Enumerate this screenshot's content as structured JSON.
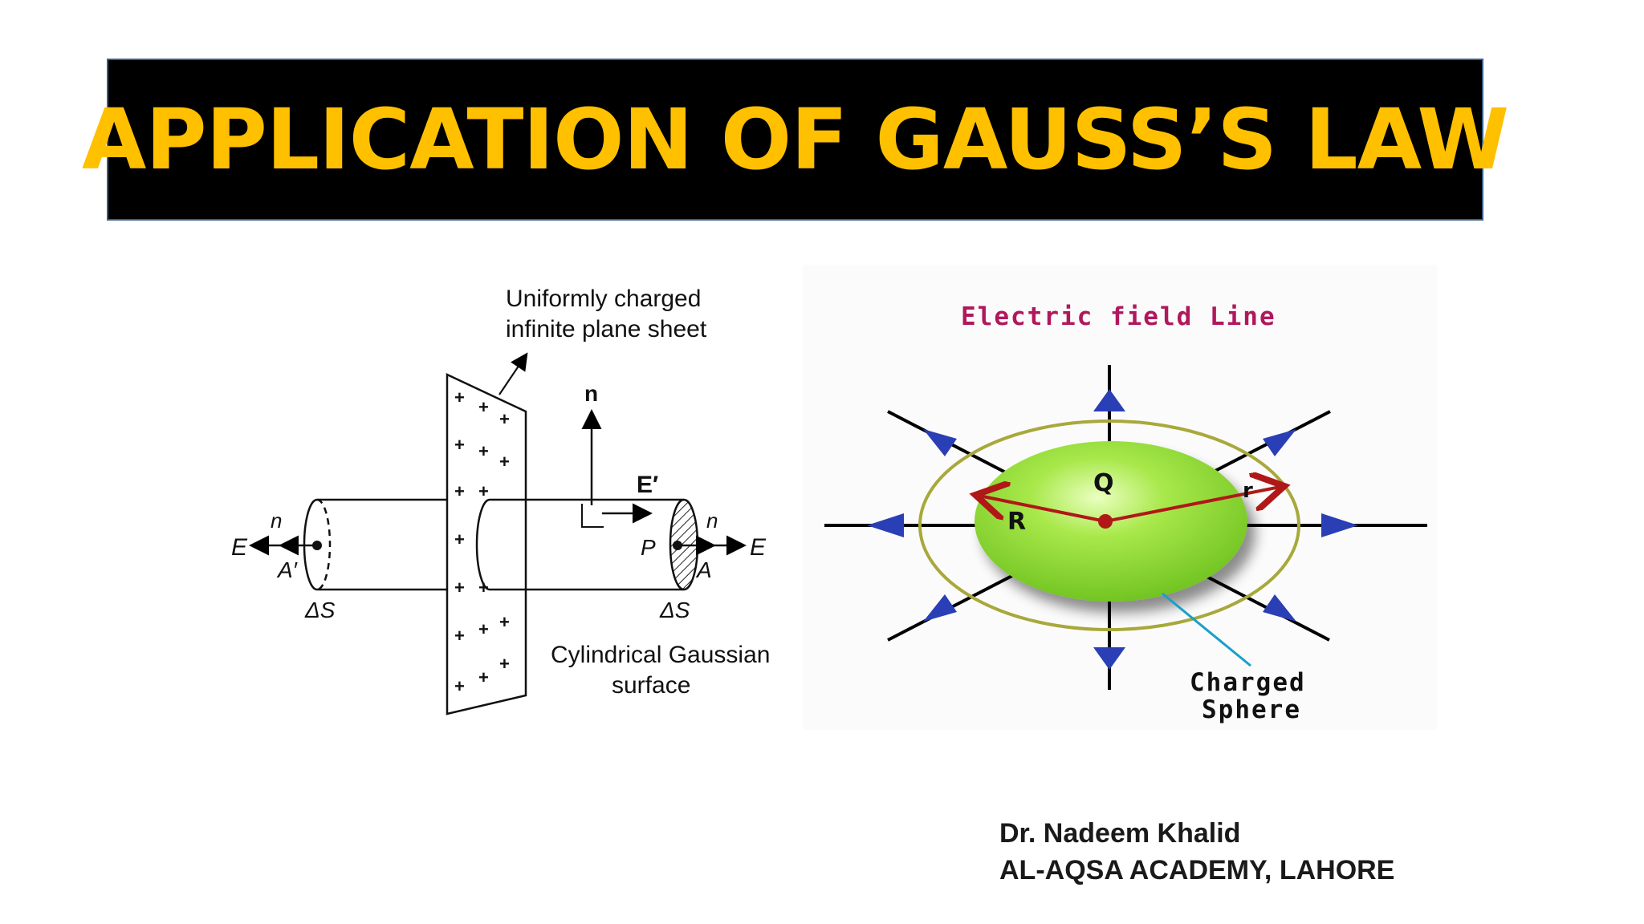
{
  "slide": {
    "title": "APPLICATION OF GAUSS’S LAW",
    "colors": {
      "title_bg": "#000000",
      "title_text": "#ffc000",
      "arrow_blue": "#2a3fb5",
      "radius_red": "#b01818",
      "sphere_green": "#8fdc2e",
      "ring_olive": "#a8a83c",
      "label_magenta": "#b0185c",
      "pointer_cyan": "#1aa0c8"
    }
  },
  "left_diagram": {
    "sheet_label_line1": "Uniformly charged",
    "sheet_label_line2": "infinite plane sheet",
    "surface_label_line1": "Cylindrical Gaussian",
    "surface_label_line2": "surface",
    "n_top": "n",
    "e_prime": "E′",
    "e_left": "E",
    "e_right": "E",
    "n_left": "n",
    "n_right": "n",
    "a_prime": "A′",
    "a": "A",
    "p": "P",
    "delta_s_left": "ΔS",
    "delta_s_right": "ΔS",
    "plus_sign": "+"
  },
  "right_diagram": {
    "title": "Electric field Line",
    "q_label": "Q",
    "r_upper": "R",
    "r_lower": "r",
    "charged_line1": "Charged",
    "charged_line2": "Sphere"
  },
  "author": {
    "name": "Dr. Nadeem Khalid",
    "institution": "AL-AQSA ACADEMY, LAHORE"
  }
}
